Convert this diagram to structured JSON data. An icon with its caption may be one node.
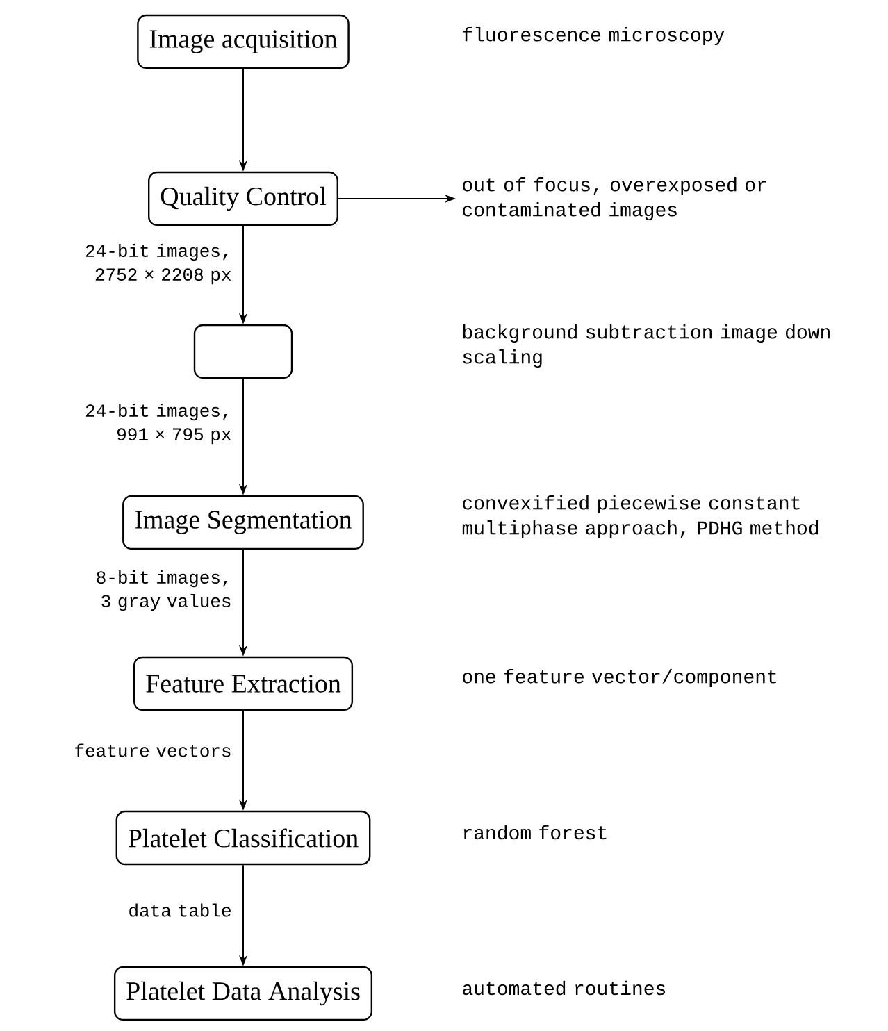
{
  "diagram": {
    "nodes": [
      {
        "text": [
          "Image acquisition"
        ]
      },
      {
        "text": [
          "Quality Control"
        ]
      },
      {
        "text": [
          "out of focus, overexposed or contaminated images"
        ]
      },
      {
        "text": [],
        "shape": "box"
      },
      {
        "text": [
          "Image Segmentation"
        ]
      },
      {
        "text": [
          "Feature Extraction"
        ]
      },
      {
        "text": [
          "Platelet Classification"
        ]
      },
      {
        "text": [
          "Platelet Data Analysis"
        ]
      }
    ],
    "edges": [
      {
        "from": 0,
        "to": 1,
        "arrow": "to"
      },
      {
        "from": 1,
        "to": 2,
        "arrow": "to"
      },
      {
        "from": 1,
        "to": 3,
        "arrow": "to",
        "label": "24-bit images, 2752 × 2208 px"
      },
      {
        "from": 3,
        "to": 4,
        "arrow": "to",
        "label": "24-bit images, 991 × 795 px"
      },
      {
        "from": 4,
        "to": 5,
        "arrow": "to",
        "label": "8-bit images, 3 gray values"
      },
      {
        "from": 5,
        "to": 6,
        "arrow": "to",
        "label": "feature vectors"
      },
      {
        "from": 6,
        "to": 7,
        "arrow": "to",
        "label": "data table"
      }
    ],
    "labels": [
      "fluorescence microscopy",
      "background subtraction image down scaling",
      "convexified piecewise constant multiphase approach, PDHG method",
      "one feature vector/component",
      "random forest",
      "automated routines"
    ]
  }
}
